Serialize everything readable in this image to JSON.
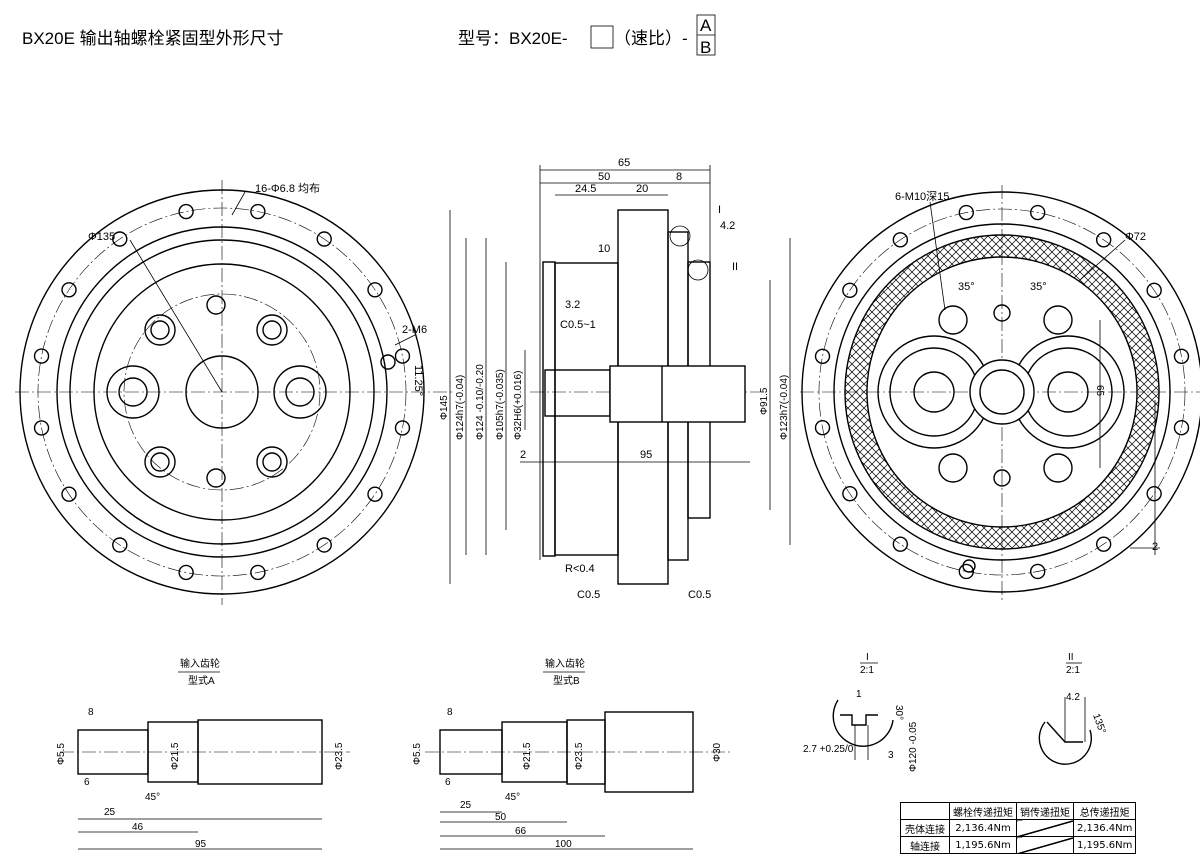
{
  "header": {
    "title": "BX20E 输出轴螺栓紧固型外形尺寸",
    "model_prefix": "型号：BX20E-",
    "model_ratio": "（速比）-",
    "model_opt_a": "A",
    "model_opt_b": "B"
  },
  "front_view": {
    "holes_note": "16-Φ6.8 均布",
    "pcd": "Φ135",
    "tap": "2-M6",
    "angle": "11.25°"
  },
  "section_view": {
    "d65": "65",
    "d50": "50",
    "d8": "8",
    "d24_5": "24.5",
    "d20": "20",
    "d10": "10",
    "d4_2": "4.2",
    "d3_2": "3.2",
    "c05_1": "C0.5~1",
    "d2": "2",
    "d95": "95",
    "r04": "R<0.4",
    "c05a": "C0.5",
    "c05b": "C0.5",
    "detail1": "I",
    "detail2": "II",
    "phi145": "Φ145",
    "phi124h7": "Φ124h7(-0.04)",
    "phi124": "Φ124 -0.10/-0.20",
    "phi105": "Φ105h7(-0.035)",
    "phi32": "Φ32H6(+0.016)",
    "phi91_5": "Φ91.5",
    "phi123": "Φ123h7(-0.04)"
  },
  "rear_view": {
    "tap_note": "6-M10深15",
    "phi72": "Φ72",
    "a1": "35°",
    "a2": "35°",
    "d65": "65",
    "d2": "2"
  },
  "gear_a": {
    "title": "输入齿轮",
    "sub": "型式A",
    "d8": "8",
    "phi5_5": "Φ5.5",
    "d6": "6",
    "phi21_5": "Φ21.5",
    "phi23_5": "Φ23.5",
    "a45": "45°",
    "d25": "25",
    "d46": "46",
    "d95": "95"
  },
  "gear_b": {
    "title": "输入齿轮",
    "sub": "型式B",
    "d8": "8",
    "phi5_5": "Φ5.5",
    "d6": "6",
    "phi21_5": "Φ21.5",
    "phi23_5": "Φ23.5",
    "phi30": "Φ30",
    "a45": "45°",
    "d25": "25",
    "d50": "50",
    "d66": "66",
    "d100": "100"
  },
  "detail_i": {
    "label": "I",
    "scale": "2:1",
    "d1": "1",
    "a30": "30°",
    "d27": "2.7 +0.25/0",
    "d3": "3",
    "phi120": "Φ120 -0.05"
  },
  "detail_ii": {
    "label": "II",
    "scale": "2:1",
    "d42": "4.2",
    "a135": "135°"
  },
  "torque_table": {
    "headers": [
      "",
      "螺栓传递扭矩",
      "销传递扭矩",
      "总传递扭矩"
    ],
    "rows": [
      {
        "label": "壳体连接",
        "bolt": "2,136.4Nm",
        "pin": "",
        "total": "2,136.4Nm"
      },
      {
        "label": "轴连接",
        "bolt": "1,195.6Nm",
        "pin": "",
        "total": "1,195.6Nm"
      }
    ]
  }
}
